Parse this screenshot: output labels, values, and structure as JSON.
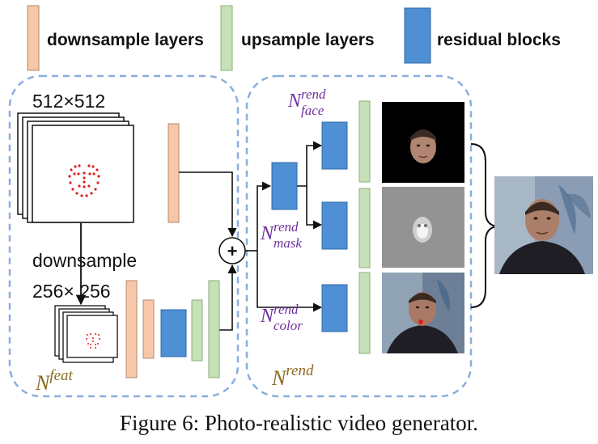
{
  "legend": {
    "downsample_label": "downsample layers",
    "upsample_label": "upsample layers",
    "residual_label": "residual blocks"
  },
  "colors": {
    "downsample": "#f6c7a8",
    "upsample": "#c7e0b8",
    "residual": "#4f8fd4",
    "dashed_border": "#8aaedc",
    "label_purple": "#7030a0",
    "label_gold": "#8b6a1e",
    "caption": "#111111"
  },
  "left_panel": {
    "input_size": "512×512",
    "downsample_text": "downsample",
    "small_size": "256× 256",
    "network_label_base": "N",
    "network_label_sup": "feat"
  },
  "right_panel": {
    "face_base": "N",
    "face_sup": "rend",
    "face_sub": "face",
    "mask_base": "N",
    "mask_sup": "rend",
    "mask_sub": "mask",
    "color_base": "N",
    "color_sup": "rend",
    "color_sub": "color",
    "network_label_base": "N",
    "network_label_sup": "rend"
  },
  "combine_symbol": "+",
  "caption": "Figure 6: Photo-realistic video generator."
}
